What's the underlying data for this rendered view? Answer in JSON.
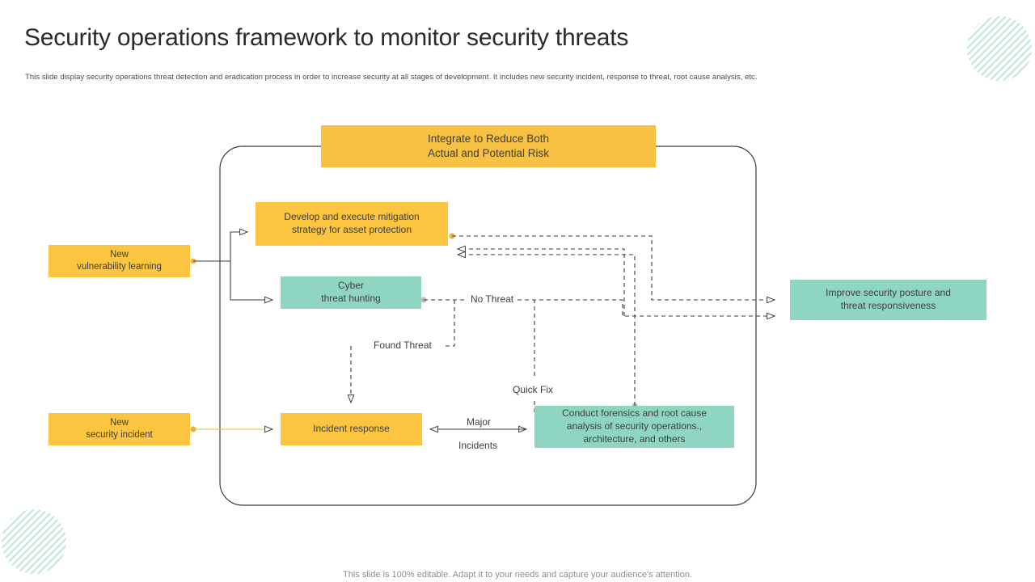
{
  "header": {
    "title": "Security operations framework to monitor security threats",
    "subtitle": "This slide display security operations threat detection and eradication process in order to increase security at all stages of development. It includes new security incident, response to threat, root cause analysis, etc."
  },
  "footer": {
    "note": "This slide is 100% editable. Adapt it to your needs and capture your audience's attention."
  },
  "colors": {
    "orange": "#fbc540",
    "orange_header": "#f7c143",
    "teal": "#8fd6c2",
    "line": "#3d3d3d",
    "orange_line": "#e0b545",
    "text": "#3d3d3d",
    "title": "#2b2b2b",
    "footer": "#8d8d8d"
  },
  "diagram": {
    "type": "flowchart",
    "nodes": [
      {
        "id": "integrate",
        "label": "Integrate to Reduce Both\nActual and Potential Risk",
        "color": "orange"
      },
      {
        "id": "mitigation",
        "label": "Develop  and execute mitigation\nstrategy for asset protection",
        "color": "orange"
      },
      {
        "id": "hunting",
        "label": "Cyber\nthreat hunting",
        "color": "teal"
      },
      {
        "id": "incident_response",
        "label": "Incident response",
        "color": "orange"
      },
      {
        "id": "forensics",
        "label": "Conduct forensics and root cause\nanalysis of security operations.,\narchitecture,  and others",
        "color": "teal"
      },
      {
        "id": "improve",
        "label": "Improve  security posture and\nthreat responsiveness",
        "color": "teal"
      },
      {
        "id": "new_vulnerability",
        "label": "New\nvulnerability  learning",
        "color": "orange"
      },
      {
        "id": "new_incident",
        "label": "New\nsecurity incident",
        "color": "orange"
      }
    ],
    "edge_labels": {
      "no_threat": "No Threat",
      "found_threat": "Found Threat",
      "quick_fix": "Quick Fix",
      "major": "Major",
      "incidents": "Incidents"
    },
    "edges": [
      {
        "from": "new_vulnerability",
        "to": "mitigation",
        "style": "solid"
      },
      {
        "from": "new_vulnerability",
        "to": "hunting",
        "style": "solid"
      },
      {
        "from": "new_incident",
        "to": "incident_response",
        "style": "solid"
      },
      {
        "from": "hunting",
        "to": "incident_response",
        "style": "dashed",
        "label": "Found Threat"
      },
      {
        "from": "hunting",
        "to": "improve",
        "style": "dashed",
        "label": "No Threat"
      },
      {
        "from": "incident_response",
        "to": "forensics",
        "style": "solid",
        "label": "Major Incidents"
      },
      {
        "from": "forensics",
        "to": "mitigation",
        "style": "dashed"
      },
      {
        "from": "forensics",
        "to": "improve",
        "style": "dashed"
      },
      {
        "from": "forensics",
        "to": "mitigation",
        "style": "dashed",
        "label": "Quick Fix"
      }
    ]
  }
}
